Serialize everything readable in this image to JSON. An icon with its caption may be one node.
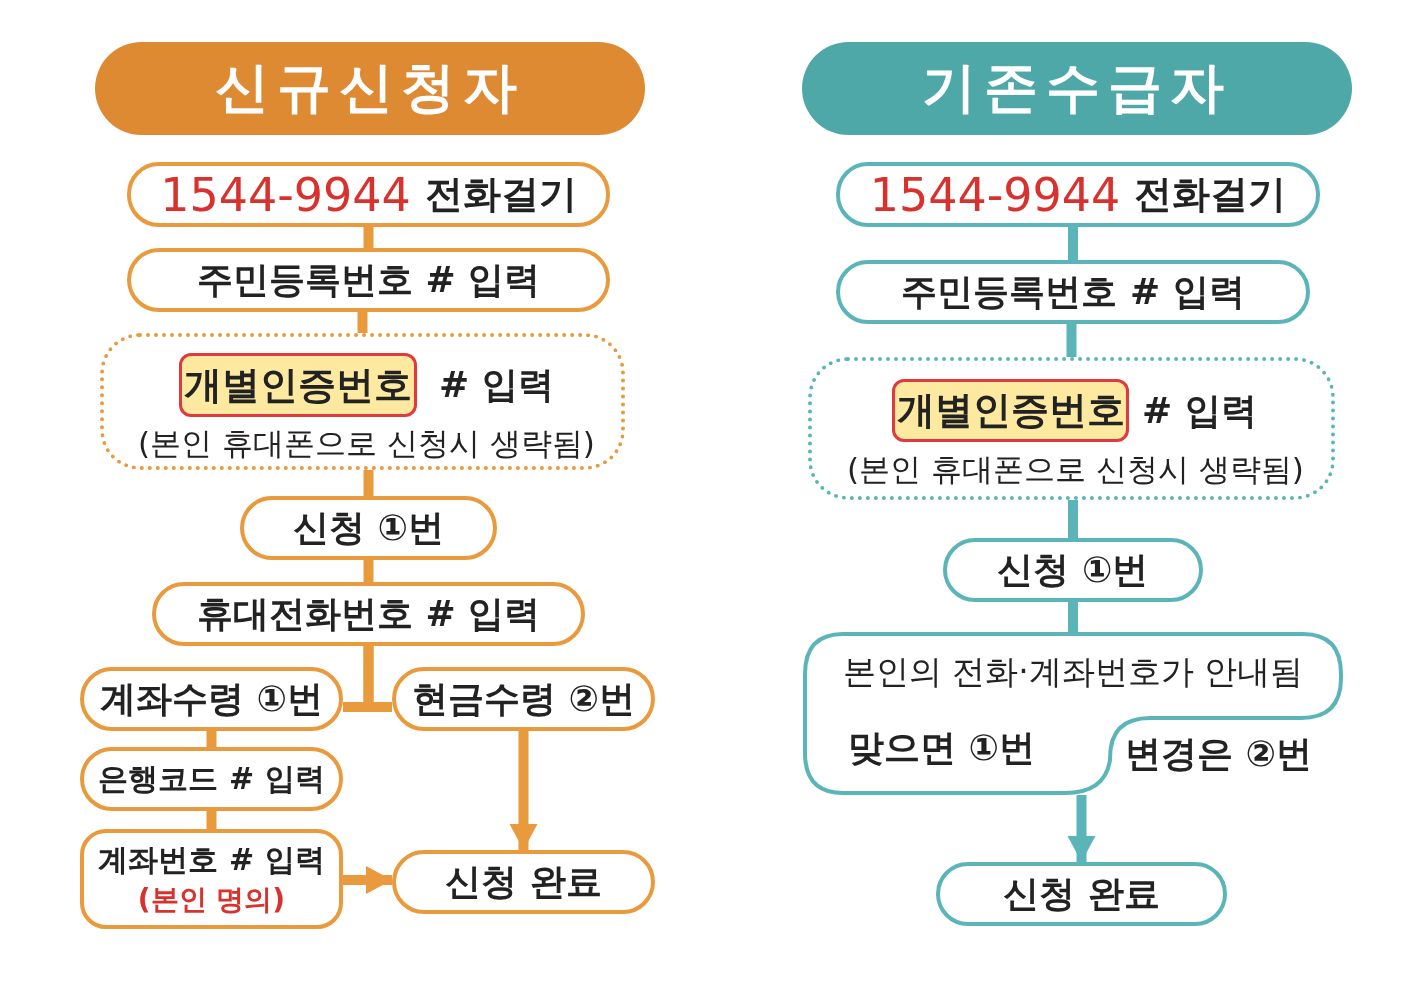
{
  "diagram": {
    "nodes": [
      {
        "text": [
          "신규신청자"
        ]
      },
      {
        "text": [
          "1544-9944",
          "전화걸기"
        ]
      },
      {
        "text": [
          "주민등록번호 # 입력"
        ]
      },
      {
        "text": [
          "# 입력",
          "(본인 휴대폰으로 신청시 생략됨)"
        ]
      },
      {
        "text": [
          "개별인증번호"
        ],
        "in": 3
      },
      {
        "text": [
          "신청 ①번"
        ]
      },
      {
        "text": [
          "휴대전화번호 # 입력"
        ]
      },
      {
        "text": [
          "계좌수령 ①번"
        ]
      },
      {
        "text": [
          "현금수령 ②번"
        ]
      },
      {
        "text": [
          "은행코드 # 입력"
        ]
      },
      {
        "text": [
          "계좌번호 # 입력",
          "(본인 명의)"
        ]
      },
      {
        "text": [
          "신청 완료"
        ]
      },
      {
        "text": [
          "기존수급자"
        ]
      },
      {
        "text": [
          "1544-9944",
          "전화걸기"
        ]
      },
      {
        "text": [
          "주민등록번호 # 입력"
        ]
      },
      {
        "text": [
          "# 입력",
          "(본인 휴대폰으로 신청시 생략됨)"
        ]
      },
      {
        "text": [
          "개별인증번호"
        ],
        "in": 15
      },
      {
        "text": [
          "신청 ①번"
        ]
      },
      {
        "text": [
          "본인의 전화·계좌번호가 안내됨",
          "맞으면 ①번",
          "변경은 ②번"
        ]
      },
      {
        "text": [
          "신청 완료"
        ]
      }
    ],
    "edges": [
      {
        "from": 1,
        "to": 2,
        "arrow": "none",
        "color": "#e89a3c"
      },
      {
        "from": 2,
        "to": 3,
        "arrow": "none",
        "color": "#e89a3c"
      },
      {
        "from": 3,
        "to": 5,
        "arrow": "none",
        "color": "#e89a3c"
      },
      {
        "from": 5,
        "to": 6,
        "arrow": "none",
        "color": "#e89a3c"
      },
      {
        "from": 6,
        "to": 7,
        "arrow": "none",
        "color": "#e89a3c"
      },
      {
        "from": 6,
        "to": 8,
        "arrow": "none",
        "color": "#e89a3c"
      },
      {
        "from": 7,
        "to": 9,
        "arrow": "none",
        "color": "#e89a3c"
      },
      {
        "from": 9,
        "to": 10,
        "arrow": "none",
        "color": "#e89a3c"
      },
      {
        "from": 8,
        "to": 11,
        "arrow": "to",
        "color": "#e89a3c"
      },
      {
        "from": 10,
        "to": 11,
        "arrow": "to",
        "color": "#e89a3c"
      },
      {
        "from": 13,
        "to": 14,
        "arrow": "none",
        "color": "#5bb5b8"
      },
      {
        "from": 14,
        "to": 15,
        "arrow": "none",
        "color": "#5bb5b8"
      },
      {
        "from": 15,
        "to": 17,
        "arrow": "none",
        "color": "#5bb5b8"
      },
      {
        "from": 17,
        "to": 18,
        "arrow": "none",
        "color": "#5bb5b8"
      },
      {
        "from": 18,
        "to": 19,
        "arrow": "to",
        "color": "#5bb5b8"
      }
    ]
  }
}
